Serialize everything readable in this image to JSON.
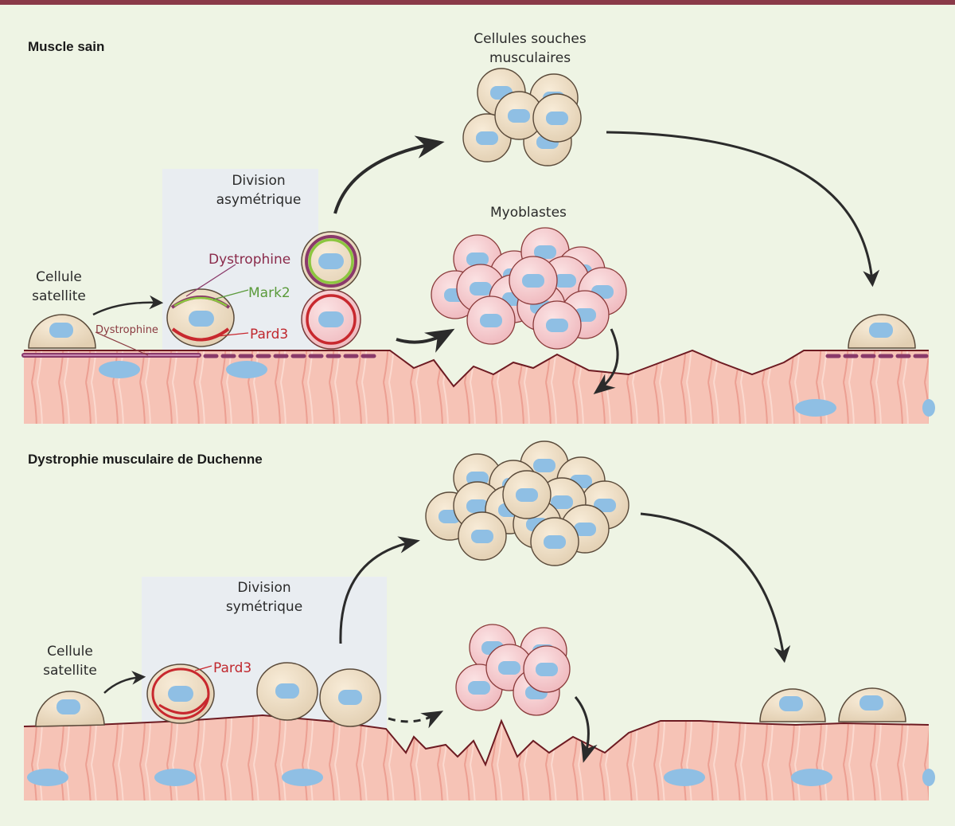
{
  "panels": {
    "healthy": {
      "title": "Muscle sain",
      "division_label_line1": "Division",
      "division_label_line2": "asymétrique",
      "satellite_line1": "Cellule",
      "satellite_line2": "satellite",
      "dystrophin_small": "Dystrophine",
      "dystrophin_label": "Dystrophine",
      "mark2_label": "Mark2",
      "pard3_label": "Pard3",
      "stem_line1": "Cellules souches",
      "stem_line2": "musculaires",
      "myoblasts": "Myoblastes"
    },
    "duchenne": {
      "title": "Dystrophie musculaire de Duchenne",
      "division_label_line1": "Division",
      "division_label_line2": "symétrique",
      "satellite_line1": "Cellule",
      "satellite_line2": "satellite",
      "pard3_label": "Pard3"
    }
  },
  "colors": {
    "background": "#eef4e4",
    "top_rule": "#8a3a48",
    "muscle": "#f6c3b6",
    "muscle_stripe": "#ec9f92",
    "muscle_edge": "#6d1b22",
    "nucleus": "#8fbfe4",
    "stem_cell": "#ecdcc4",
    "myoblast": "#f6cbcf",
    "dystrophin": "#8a3a6a",
    "mark2": "#8cc63f",
    "pard3": "#c8282e",
    "division_box": "#e9edf1"
  }
}
